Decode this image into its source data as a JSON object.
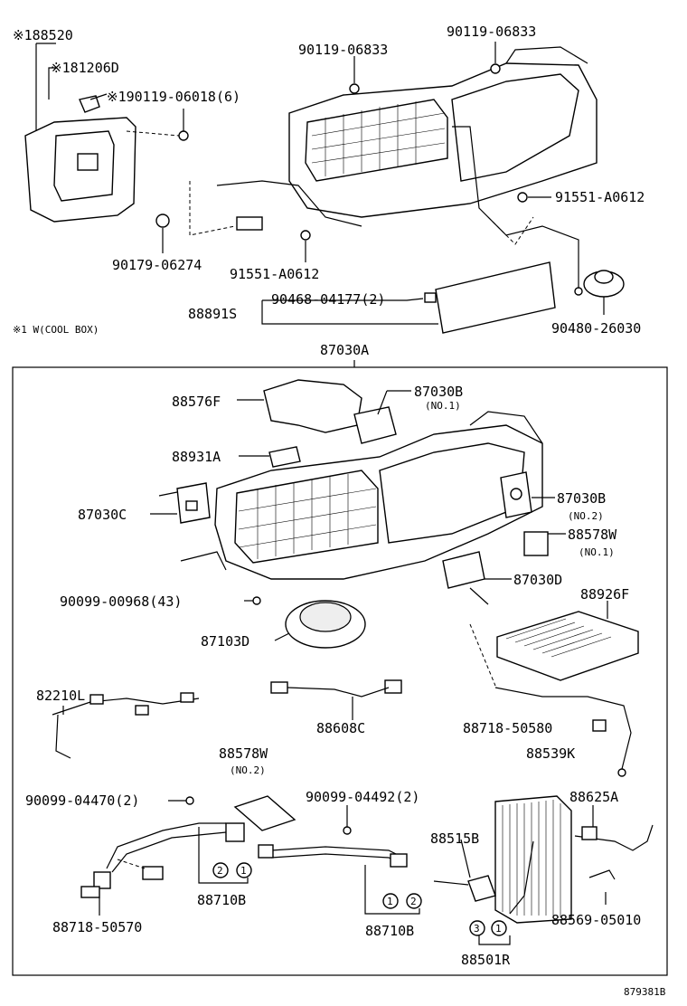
{
  "labels": {
    "p88520": "※188520",
    "p81206D": "※181206D",
    "p90119_06018": "※190119-06018(6)",
    "p90119_06833_a": "90119-06833",
    "p90119_06833_b": "90119-06833",
    "p91551_A0612_a": "91551-A0612",
    "p91551_A0612_b": "91551-A0612",
    "p90179_06274": "90179-06274",
    "p90468_04177": "90468-04177(2)",
    "p88891S": "88891S",
    "p90480_26030": "90480-26030",
    "note1": "※1 W(COOL BOX)",
    "p87030A": "87030A",
    "p88576F": "88576F",
    "p87030B_1": "87030B",
    "no1_a": "(NO.1)",
    "p88931A": "88931A",
    "p87030C": "87030C",
    "p87030B_2": "87030B",
    "no2_a": "(NO.2)",
    "p88578W_1": "88578W",
    "no1_b": "(NO.1)",
    "p87030D": "87030D",
    "p90099_00968": "90099-00968(43)",
    "p88926F": "88926F",
    "p87103D": "87103D",
    "p82210L": "82210L",
    "p88608C": "88608C",
    "p88718_50580": "88718-50580",
    "p88539K": "88539K",
    "p88578W_2": "88578W",
    "no2_b": "(NO.2)",
    "p90099_04470": "90099-04470(2)",
    "p90099_04492": "90099-04492(2)",
    "p88625A": "88625A",
    "p88515B": "88515B",
    "p88710B_a": "88710B",
    "p88710B_b": "88710B",
    "p88718_50570": "88718-50570",
    "p88569_05010": "88569-05010",
    "p88501R": "88501R",
    "circ1": "1",
    "circ2": "2",
    "circ3": "3",
    "fig_no": "879381B"
  }
}
